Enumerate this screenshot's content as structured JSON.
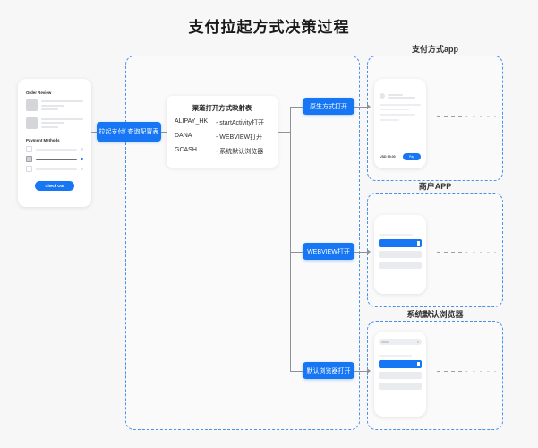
{
  "page": {
    "title": "支付拉起方式决策过程",
    "background": "#f7f7f7",
    "accent": "#1676f3"
  },
  "left_phone": {
    "name": "checkout-screen",
    "order_review_label": "Order Review",
    "payment_methods_label": "Payment Methods",
    "checkout_button": "Check Out"
  },
  "start_node": {
    "label": "拉起支付/ 查询配置表"
  },
  "mapping_table": {
    "caption": "渠道打开方式映射表",
    "rows": [
      {
        "channel": "ALIPAY_HK",
        "mode": "- startActivity打开"
      },
      {
        "channel": "DANA",
        "mode": "- WEBVIEW打开"
      },
      {
        "channel": "GCASH",
        "mode": "- 系统默认浏览器"
      }
    ]
  },
  "branches": [
    {
      "pill": "原生方式打开",
      "group_title": "支付方式app"
    },
    {
      "pill": "WEBVIEW打开",
      "group_title": "商户APP"
    },
    {
      "pill": "默认浏览器打开",
      "group_title": "系统默认浏览器"
    }
  ],
  "pay_app_phone": {
    "price": "USD 99.00",
    "pay_button": "Pay"
  }
}
